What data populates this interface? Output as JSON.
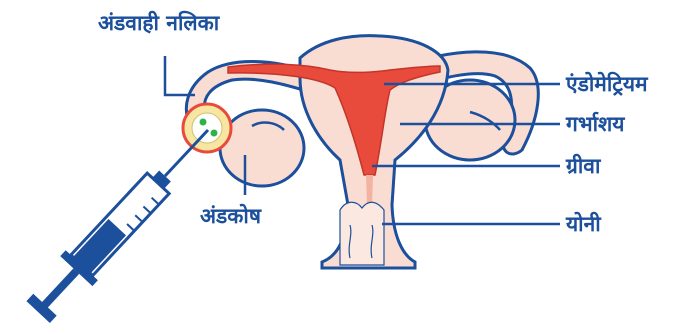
{
  "labels": {
    "fallopian_tube": "अंडवाही नलिका",
    "ovary": "अंडकोष",
    "endometrium": "एंडोमेट्रियम",
    "uterus": "गर्भाशय",
    "cervix": "ग्रीवा",
    "vagina": "योनी"
  },
  "colors": {
    "outline": "#1c4f9c",
    "tissue": "#f9ddd2",
    "endometrium": "#e84a3c",
    "egg": "#f7e6a2",
    "label": "#1c4f9c"
  }
}
